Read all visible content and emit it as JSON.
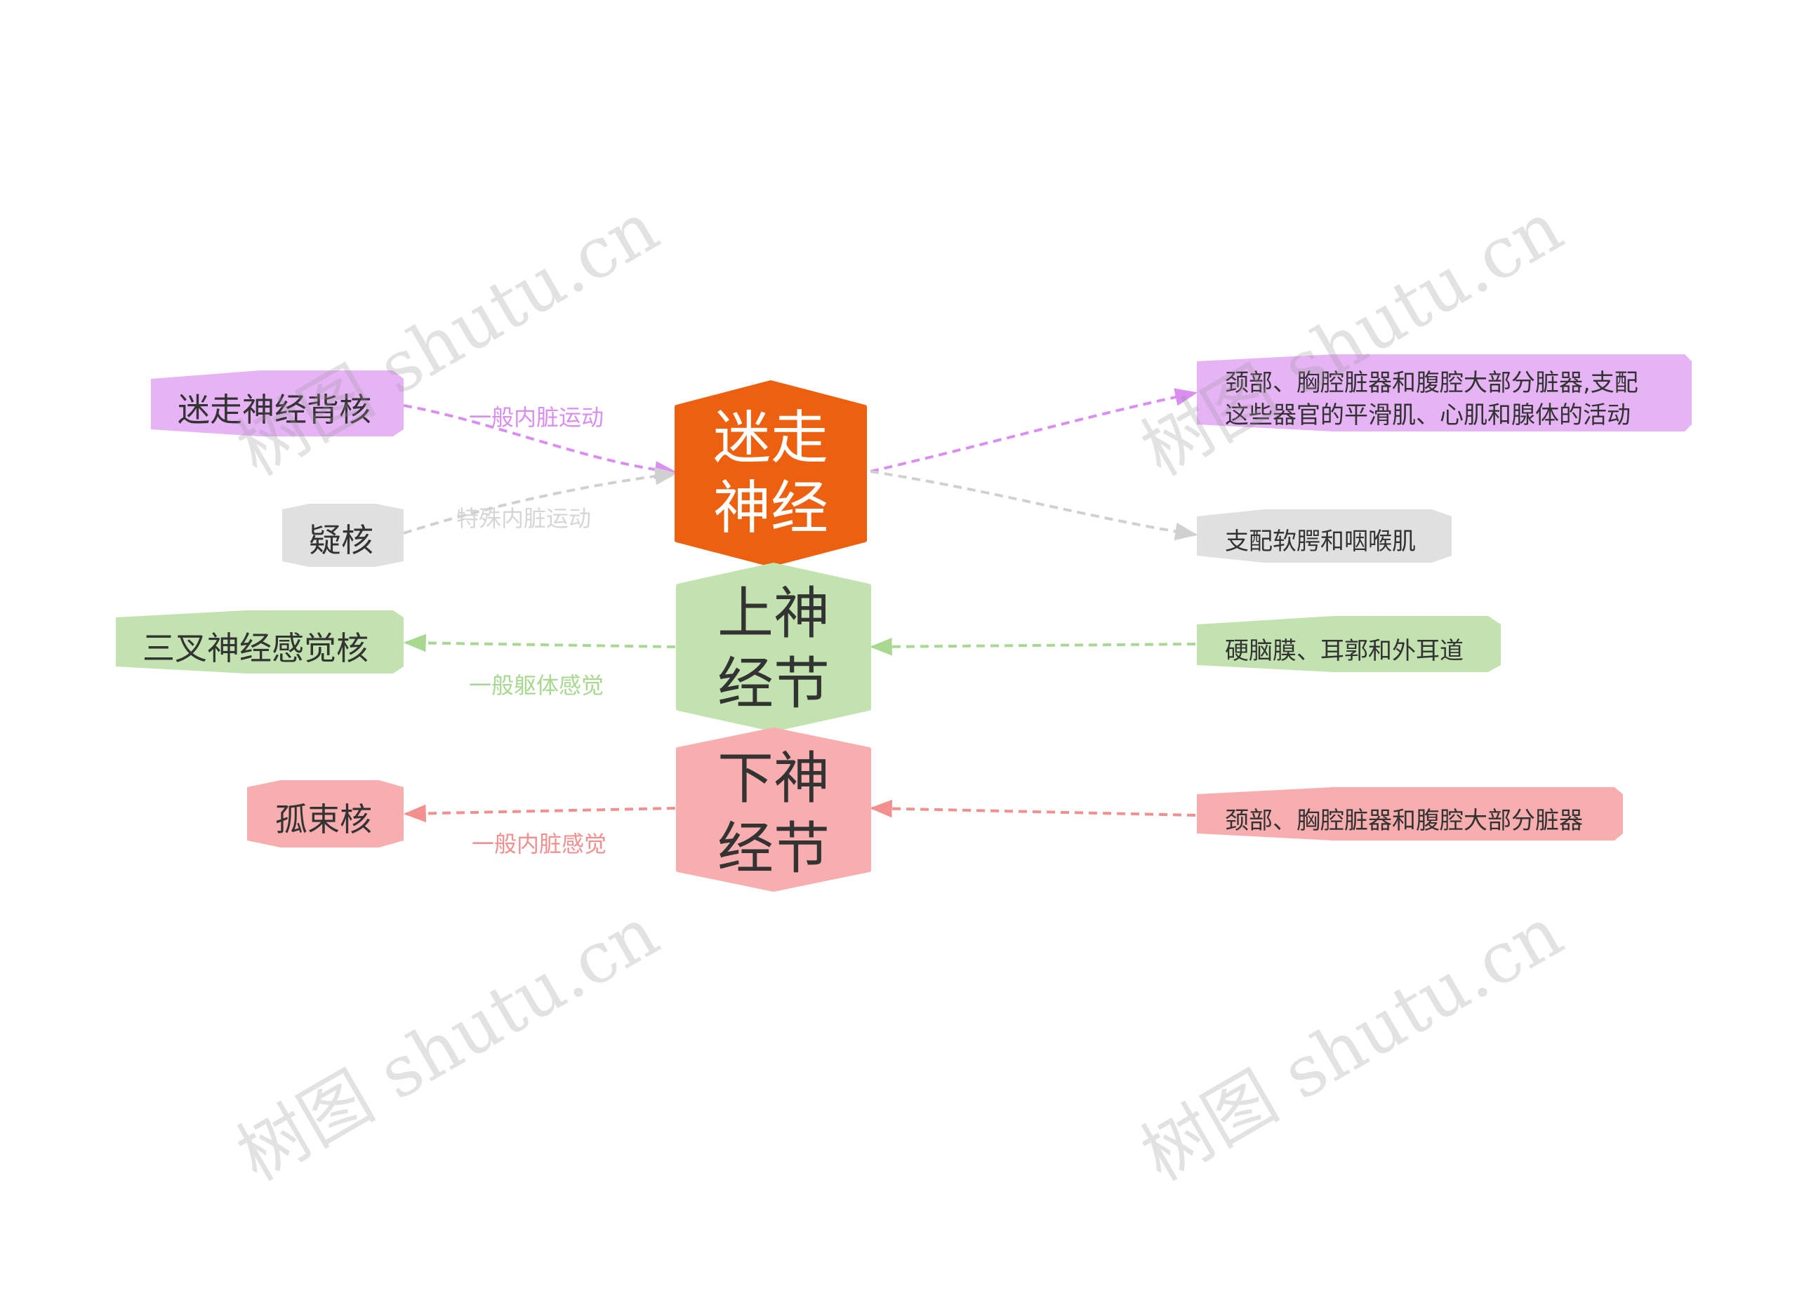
{
  "center": {
    "main": {
      "line1": "迷走",
      "line2": "神经"
    },
    "upper": {
      "line1": "上神",
      "line2": "经节"
    },
    "lower": {
      "line1": "下神",
      "line2": "经节"
    }
  },
  "left_nodes": {
    "dorsal_nucleus": "迷走神经背核",
    "ambiguus_nucleus": "疑核",
    "trigeminal_sensory_nucleus": "三叉神经感觉核",
    "solitary_nucleus": "孤束核"
  },
  "right_nodes": {
    "visceral_target": {
      "line1": "颈部、胸腔脏器和腹腔大部分脏器,支配",
      "line2": "这些器官的平滑肌、心肌和腺体的活动"
    },
    "pharynx_target": "支配软腭和咽喉肌",
    "ear_target": "硬脑膜、耳郭和外耳道",
    "visceral_sensory_source": "颈部、胸腔脏器和腹腔大部分脏器"
  },
  "edge_labels": {
    "general_visceral_motor": "一般内脏运动",
    "special_visceral_motor": "特殊内脏运动",
    "general_somatic_sensory": "一般躯体感觉",
    "general_visceral_sensory": "一般内脏感觉"
  },
  "watermark": "树图 shutu.cn",
  "colors": {
    "main": "#ec6010",
    "purple": "#e6b3f5",
    "purple_line": "#d98ef0",
    "gray": "#e0e0e0",
    "gray_line": "#d0d0d0",
    "green": "#c2e3b0",
    "green_line": "#a8d892",
    "pink": "#f8aeae",
    "pink_line": "#f29090"
  }
}
